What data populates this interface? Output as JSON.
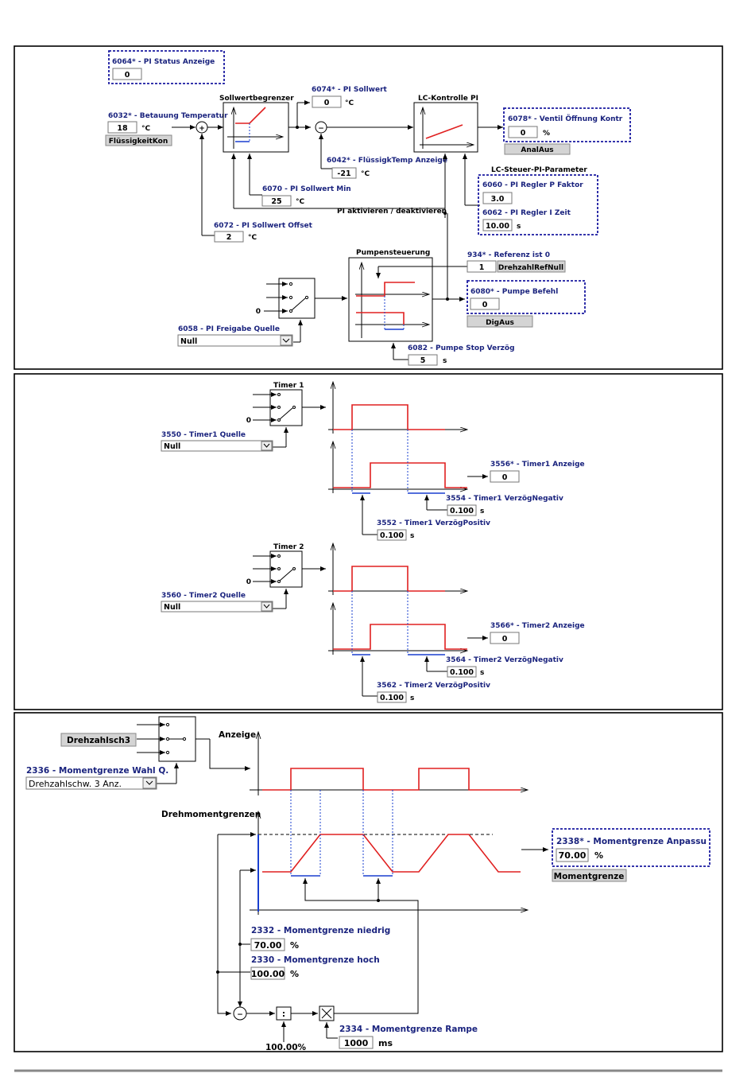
{
  "panel1": {
    "pi_status": {
      "label": "6064* - PI Status Anzeige",
      "value": "0"
    },
    "betauung": {
      "label": "6032* - Betauung Temperatur",
      "value": "18",
      "unit": "°C",
      "button": "FlüssigkeitKon"
    },
    "sollwertbegrenzer": "Sollwertbegrenzer",
    "pi_sollwert": {
      "label": "6074* - PI Sollwert",
      "value": "0",
      "unit": "°C"
    },
    "lc_kontrolle": "LC-Kontrolle PI",
    "ventil": {
      "label": "6078* - Ventil Öffnung Kontr",
      "value": "0",
      "unit": "%",
      "button": "AnalAus"
    },
    "fluessigtemp": {
      "label": "6042* - FlüssigkTemp Anzeige",
      "value": "-21",
      "unit": "°C"
    },
    "lc_steuer": "LC-Steuer-PI-Parameter",
    "p_faktor": {
      "label": "6060 - PI Regler P Faktor",
      "value": "3.0"
    },
    "i_zeit": {
      "label": "6062 - PI Regler I Zeit",
      "value": "10.00",
      "unit": "s"
    },
    "sollwert_min": {
      "label": "6070 - PI Sollwert Min",
      "value": "25",
      "unit": "°C"
    },
    "pi_aktivieren": "PI aktivieren / deaktivieren",
    "sollwert_offset": {
      "label": "6072 - PI Sollwert Offset",
      "value": "2",
      "unit": "°C"
    },
    "pumpensteuerung": "Pumpensteuerung",
    "referenz": {
      "label": "934* - Referenz ist 0",
      "value": "1",
      "button": "DrehzahlRefNull"
    },
    "pumpe_befehl": {
      "label": "6080* - Pumpe Befehl",
      "value": "0",
      "button": "DigAus"
    },
    "freigabe": {
      "label": "6058 - PI Freigabe Quelle",
      "value": "Null"
    },
    "pumpe_stop": {
      "label": "6082 - Pumpe Stop Verzög",
      "value": "5",
      "unit": "s"
    },
    "zero": "0"
  },
  "panel2": {
    "timer1": {
      "title": "Timer 1",
      "quelle": {
        "label": "3550 - Timer1 Quelle",
        "value": "Null"
      },
      "anzeige": {
        "label": "3556* - Timer1 Anzeige",
        "value": "0"
      },
      "negativ": {
        "label": "3554 - Timer1 VerzögNegativ",
        "value": "0.100",
        "unit": "s"
      },
      "positiv": {
        "label": "3552 - Timer1 VerzögPositiv",
        "value": "0.100",
        "unit": "s"
      }
    },
    "timer2": {
      "title": "Timer 2",
      "quelle": {
        "label": "3560 - Timer2 Quelle",
        "value": "Null"
      },
      "anzeige": {
        "label": "3566* - Timer2 Anzeige",
        "value": "0"
      },
      "negativ": {
        "label": "3564 - Timer2 VerzögNegativ",
        "value": "0.100",
        "unit": "s"
      },
      "positiv": {
        "label": "3562 - Timer2 VerzögPositiv",
        "value": "0.100",
        "unit": "s"
      }
    },
    "zero": "0"
  },
  "panel3": {
    "drehzahl_button": "Drehzahlsch3",
    "wahl": {
      "label": "2336 - Momentgrenze Wahl Q.",
      "value": "Drehzahlschw. 3 Anz."
    },
    "anzeige": "Anzeige",
    "drehmomentgrenzen": "Drehmomentgrenzen",
    "anpassung": {
      "label": "2338* - Momentgrenze Anpassu",
      "value": "70.00",
      "unit": "%",
      "button": "Momentgrenze"
    },
    "niedrig": {
      "label": "2332 - Momentgrenze niedrig",
      "value": "70.00",
      "unit": "%"
    },
    "hoch": {
      "label": "2330 - Momentgrenze hoch",
      "value": "100.00",
      "unit": "%"
    },
    "rampe": {
      "label": "2334 - Momentgrenze Rampe",
      "value": "1000",
      "unit": "ms"
    },
    "divisor": "100.00%",
    "div_symbol": ":"
  }
}
